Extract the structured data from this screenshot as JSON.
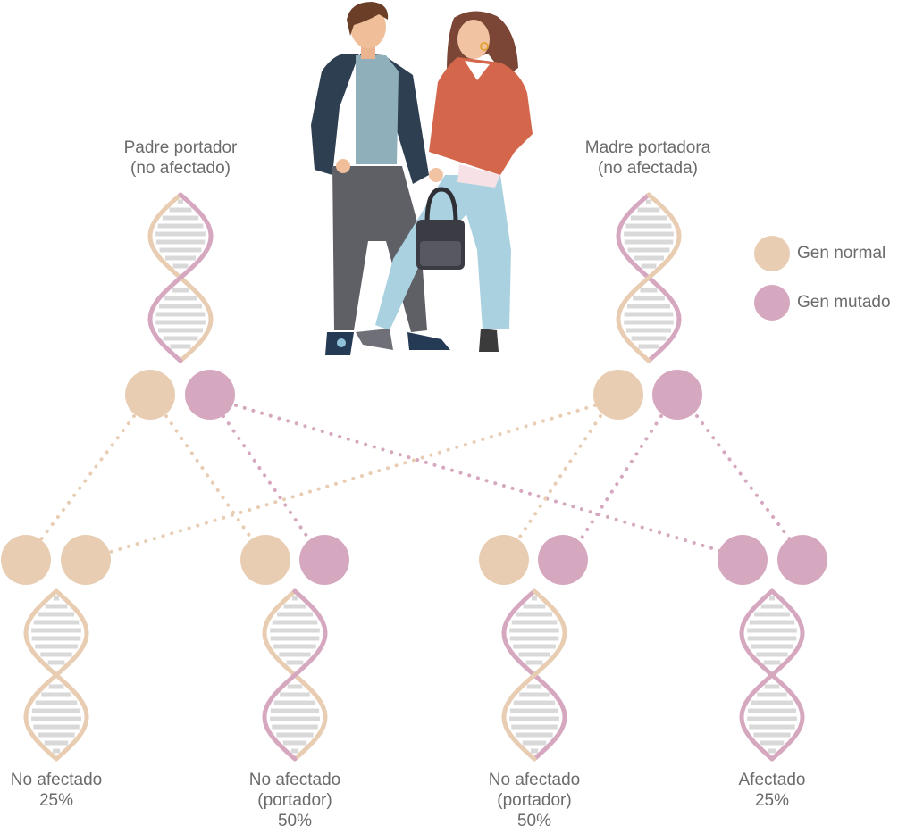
{
  "colors": {
    "normal": "#e8cdb3",
    "mutated": "#d6a8bf",
    "rung": "#d9d9d9",
    "text": "#6b6b6b"
  },
  "parents": {
    "father": {
      "line1": "Padre portador",
      "line2": "(no afectado)"
    },
    "mother": {
      "line1": "Madre portadora",
      "line2": "(no afectada)"
    }
  },
  "legend": [
    {
      "label": "Gen normal",
      "color_key": "normal"
    },
    {
      "label": "Gen mutado",
      "color_key": "mutated"
    }
  ],
  "offspring": [
    {
      "line1": "No afectado",
      "line2": "25%",
      "line3": ""
    },
    {
      "line1": "No afectado",
      "line2": "(portador)",
      "line3": "50%"
    },
    {
      "line1": "No afectado",
      "line2": "(portador)",
      "line3": "50%"
    },
    {
      "line1": "Afectado",
      "line2": "25%",
      "line3": ""
    }
  ]
}
